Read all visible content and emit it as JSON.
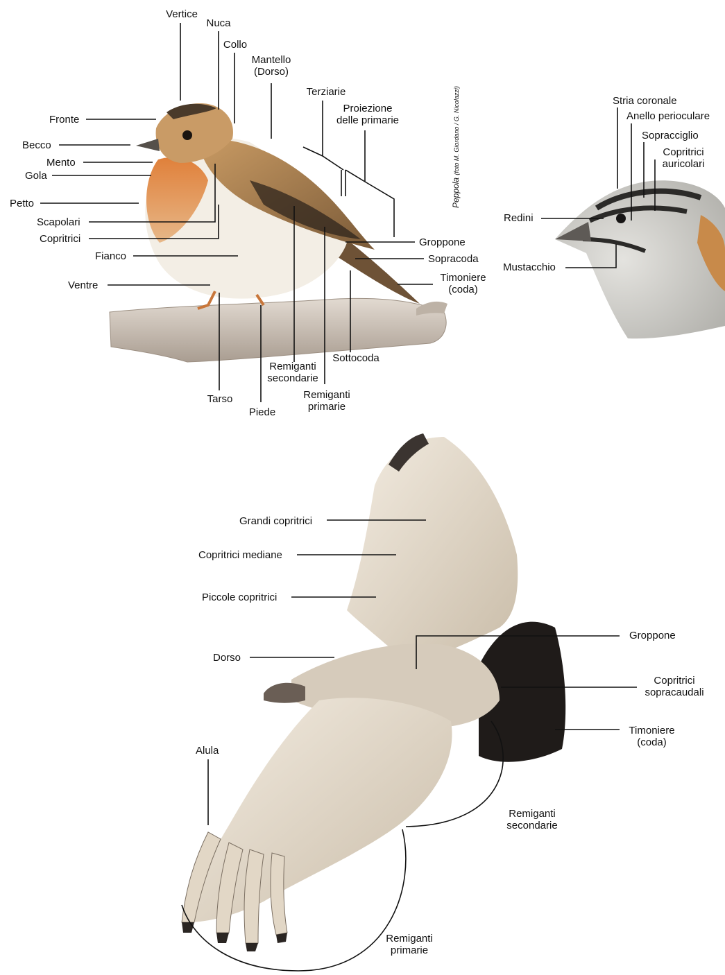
{
  "colors": {
    "line": "#111111",
    "sparrow_back": "#b98a55",
    "sparrow_breast": "#d9742f",
    "sparrow_belly": "#f1ece2",
    "branch": "#cfc4b8",
    "bunting_grey": "#c9c9c6",
    "bunting_rufous": "#c98845",
    "vulture_wing": "#e8dfd1",
    "vulture_dark": "#2a2522"
  },
  "credit": {
    "species": "Peppola",
    "photo": "(foto M. Giordano / G. Nicolazzi)"
  },
  "bird1": {
    "vertice": "Vertice",
    "nuca": "Nuca",
    "collo": "Collo",
    "mantello": "Mantello",
    "mantello_sub": "(Dorso)",
    "terziarie": "Terziarie",
    "proiezione_1": "Proiezione",
    "proiezione_2": "delle primarie",
    "fronte": "Fronte",
    "becco": "Becco",
    "mento": "Mento",
    "gola": "Gola",
    "petto": "Petto",
    "scapolari": "Scapolari",
    "copritrici": "Copritrici",
    "fianco": "Fianco",
    "ventre": "Ventre",
    "groppone": "Groppone",
    "sopracoda": "Sopracoda",
    "timoniere_1": "Timoniere",
    "timoniere_2": "(coda)",
    "sottocoda": "Sottocoda",
    "remiganti_sec_1": "Remiganti",
    "remiganti_sec_2": "secondarie",
    "remiganti_pri_1": "Remiganti",
    "remiganti_pri_2": "primarie",
    "tarso": "Tarso",
    "piede": "Piede"
  },
  "head": {
    "stria": "Stria coronale",
    "anello": "Anello perioculare",
    "sopracciglio": "Sopracciglio",
    "copritrici_aur_1": "Copritrici",
    "copritrici_aur_2": "auricolari",
    "redini": "Redini",
    "mustacchio": "Mustacchio"
  },
  "bird2": {
    "grandi": "Grandi copritrici",
    "mediane": "Copritrici mediane",
    "piccole": "Piccole copritrici",
    "dorso": "Dorso",
    "alula": "Alula",
    "groppone": "Groppone",
    "copr_sopra_1": "Copritrici",
    "copr_sopra_2": "sopracaudali",
    "timoniere_1": "Timoniere",
    "timoniere_2": "(coda)",
    "rem_sec_1": "Remiganti",
    "rem_sec_2": "secondarie",
    "rem_pri_1": "Remiganti",
    "rem_pri_2": "primarie"
  }
}
